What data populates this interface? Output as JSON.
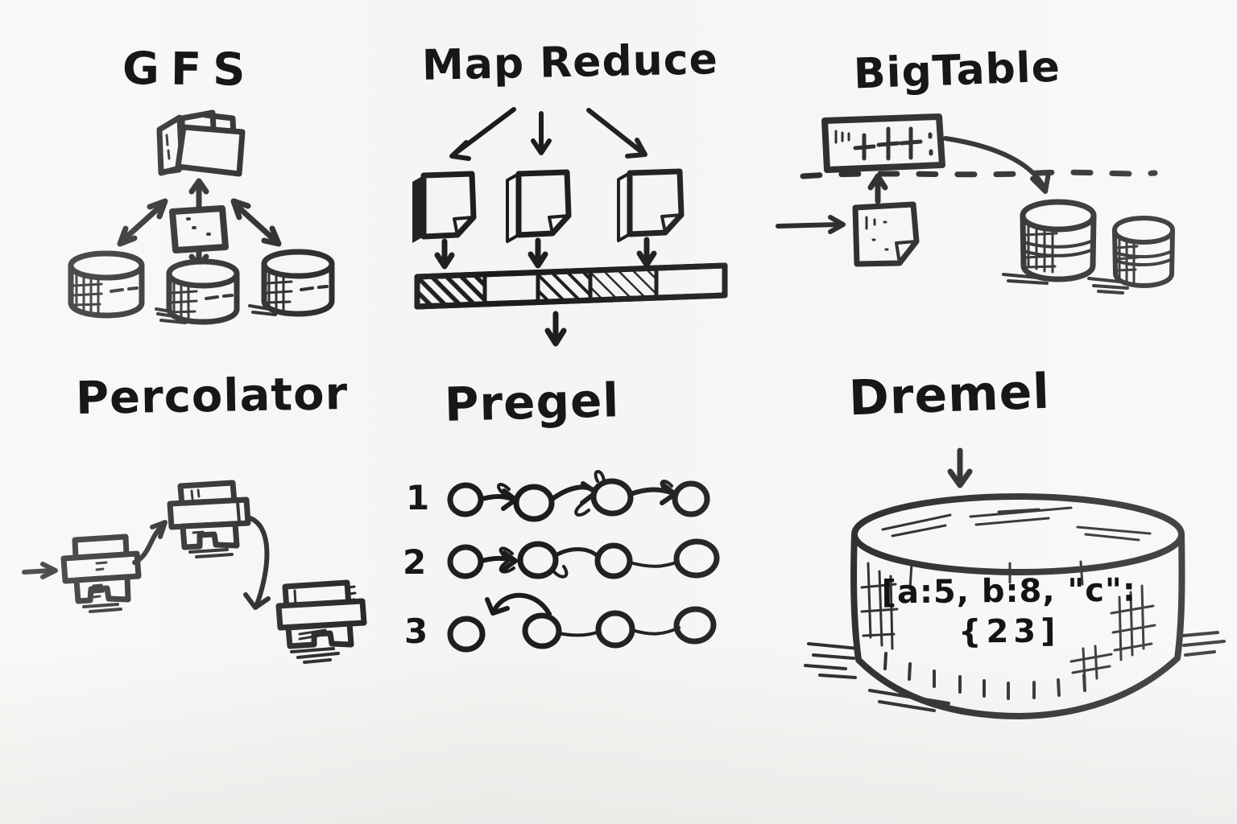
{
  "palette": {
    "background": "#f8f7f5",
    "ink": "#1b1b1b"
  },
  "sections": {
    "gfs": {
      "title": "GFS"
    },
    "mapreduce": {
      "title": "Map Reduce",
      "bar_segments": [
        "hatched",
        "empty",
        "hatched",
        "hatched-light",
        "empty"
      ]
    },
    "bigtable": {
      "title": "BigTable"
    },
    "percolator": {
      "title": "Percolator"
    },
    "pregel": {
      "title": "Pregel",
      "rows": [
        {
          "label": "1",
          "node_states": [
            "active",
            "active",
            "active",
            "active"
          ]
        },
        {
          "label": "2",
          "node_states": [
            "active",
            "active",
            "active",
            "halted"
          ]
        },
        {
          "label": "3",
          "node_states": [
            "active",
            "active",
            "halted",
            "halted"
          ]
        }
      ]
    },
    "dremel": {
      "title": "Dremel",
      "record_line1": "[a:5, b:8, \"c\":",
      "record_line2": "{23]"
    }
  }
}
